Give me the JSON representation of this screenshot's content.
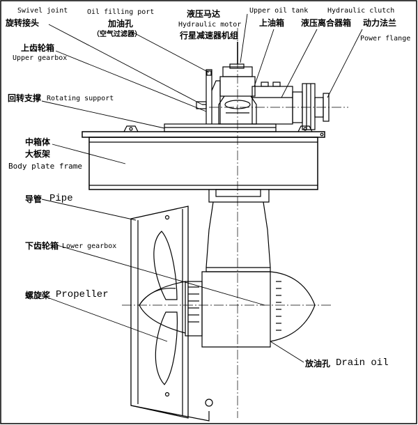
{
  "labels": {
    "swivel_joint_en": "Swivel joint",
    "swivel_joint_cn": "旋转接头",
    "oil_filling_en": "Oil filling port",
    "oil_filling_cn": "加油孔",
    "air_filter_cn": "（空气过滤器）",
    "hydraulic_motor_cn": "液压马达",
    "hydraulic_motor_en": "Hydraulic motor",
    "planetary_reducer_cn": "行星减速器机组",
    "upper_oil_tank_en": "Upper oil tank",
    "upper_oil_tank_cn": "上油箱",
    "hydraulic_clutch_en": "Hydraulic clutch",
    "hydraulic_clutch_cn": "液压离合器箱",
    "power_flange_cn": "动力法兰",
    "power_flange_en": "Power flange",
    "upper_gearbox_cn": "上齿轮箱",
    "upper_gearbox_en": "Upper gearbox",
    "rotating_support_cn": "回转支撑",
    "rotating_support_en": "Rotating support",
    "middle_box_cn": "中箱体",
    "body_plate_cn": "大板架",
    "body_plate_en": "Body plate frame",
    "pipe_cn": "导管",
    "pipe_en": "Pipe",
    "lower_gearbox_cn": "下齿轮箱",
    "lower_gearbox_en": "Lower gearbox",
    "propeller_cn": "螺旋桨",
    "propeller_en": "Propeller",
    "drain_cn": "放油孔",
    "drain_en": "Drain oil"
  },
  "colors": {
    "line": "#000000",
    "background": "#ffffff"
  }
}
